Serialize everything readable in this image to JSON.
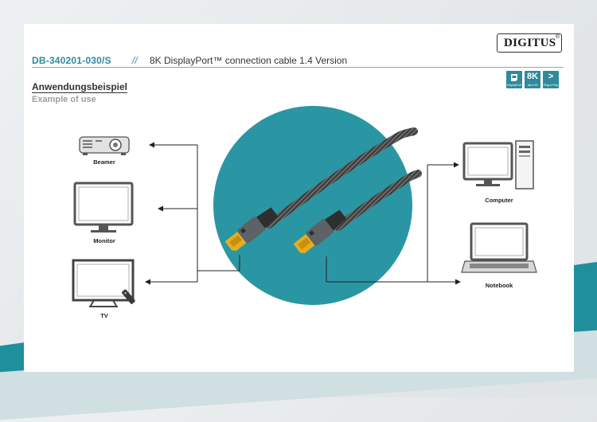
{
  "header": {
    "product_code": "DB-340201-030/S",
    "separator": "//",
    "product_title": "8K DisplayPort™ connection cable 1.4 Version"
  },
  "logo": {
    "text": "DIGITUS",
    "registered": "®"
  },
  "section": {
    "title_de": "Anwendungsbeispiel",
    "title_en": "Example of use"
  },
  "badges": [
    {
      "big": "",
      "small": "DisplayPort",
      "icon": "displayport-icon"
    },
    {
      "big": "8K",
      "small": "ultra HD",
      "icon": "8k-icon"
    },
    {
      "big": ">",
      "small": "Plug & Play",
      "icon": "plug-play-icon"
    }
  ],
  "devices": {
    "left": [
      {
        "label": "Beamer",
        "icon": "projector-icon"
      },
      {
        "label": "Monitor",
        "icon": "monitor-icon"
      },
      {
        "label": "TV",
        "icon": "tv-icon"
      }
    ],
    "right": [
      {
        "label": "Computer",
        "icon": "desktop-computer-icon"
      },
      {
        "label": "Notebook",
        "icon": "laptop-icon"
      }
    ]
  },
  "colors": {
    "accent": "#2f8a9a",
    "circle": "#2b96a3",
    "cable": "#3b3b3b",
    "connector_gold": "#e6ad1f"
  }
}
